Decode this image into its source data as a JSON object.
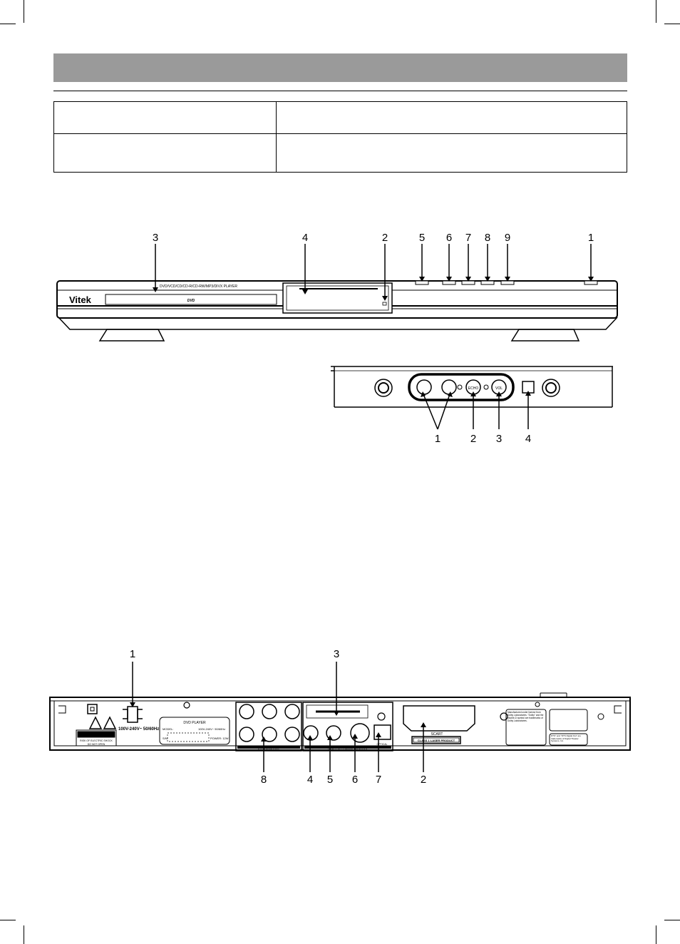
{
  "front_panel": {
    "brand": "Vitek",
    "disc_label": "DVD",
    "formats_text": "DVD/VCD/CD/CD-R/CD-RW/MP3/DIVX PLAYER",
    "callouts": [
      "3",
      "4",
      "2",
      "5",
      "6",
      "7",
      "8",
      "9",
      "1"
    ]
  },
  "side_panel": {
    "mic_volume_label": "VOL",
    "echo_label": "ECHO",
    "callouts": [
      "1",
      "2",
      "3",
      "4"
    ]
  },
  "rear_panel": {
    "voltage_label": "100V-240V~ 50/60Hz",
    "caution_title": "CAUTION",
    "caution_line1": "RISK OF ELECTRIC SHOCK",
    "caution_line2": "DO NOT OPEN",
    "rating_title": "DVD PLAYER",
    "rating_model": "MODEL:",
    "rating_voltage": "100V-240V~ 50/60Hz",
    "rating_sn": "S/N:",
    "rating_power": "POWER: 12W",
    "audio_out_label": "5.1CH AUDIO OUT",
    "video_out_label": "VIDEO OUT / DIGITAL AUDIO OUT",
    "optical_label": "OPTICAL",
    "scart_label": "SCART",
    "laser_label": "CLASS 1 LASER PRODUCT",
    "dolby_text": "Manufactured under license from Dolby Laboratories. \"Dolby\" and the double-D symbol are trademarks of Dolby Laboratories.",
    "dts_text": "DTS\" and \"DTS Digital Out\" are trademarks of Digital Theater Systems, Inc.",
    "callouts_top": [
      "1",
      "3"
    ],
    "callouts_bottom": [
      "8",
      "4",
      "5",
      "6",
      "7",
      "2"
    ]
  }
}
